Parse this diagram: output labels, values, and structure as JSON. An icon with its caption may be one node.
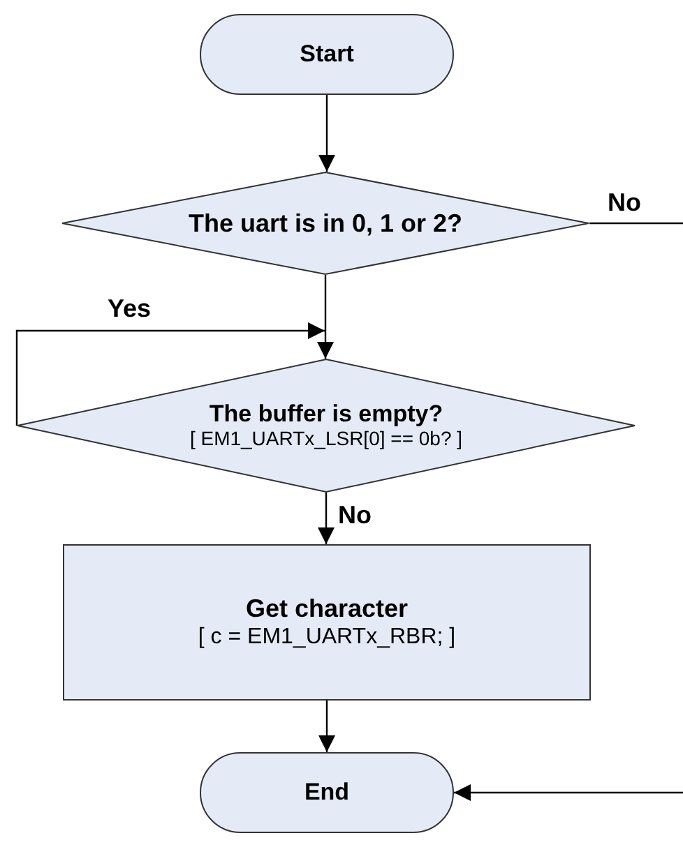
{
  "diagram": {
    "nodes": [
      {
        "text": [
          "Start"
        ]
      },
      {
        "text": [
          "The uart is in 0, 1 or 2?"
        ]
      },
      {
        "text": [
          "The buffer is empty?",
          "[ EM1_UARTx_LSR[0] == 0b? ]"
        ]
      },
      {
        "text": [
          "Get character",
          "[ c = EM1_UARTx_RBR; ]"
        ]
      },
      {
        "text": [
          "End"
        ]
      }
    ],
    "edges": [
      {
        "from": 0,
        "to": 1,
        "arrow": "to"
      },
      {
        "from": 1,
        "to": null,
        "arrow": "none",
        "label": "No"
      },
      {
        "from": 1,
        "to": 2,
        "arrow": "to"
      },
      {
        "from": 2,
        "to": 2,
        "arrow": "to",
        "label": "Yes"
      },
      {
        "from": 2,
        "to": 3,
        "arrow": "to",
        "label": "No"
      },
      {
        "from": 3,
        "to": 4,
        "arrow": "to"
      },
      {
        "from": null,
        "to": 4,
        "arrow": "to"
      }
    ]
  }
}
